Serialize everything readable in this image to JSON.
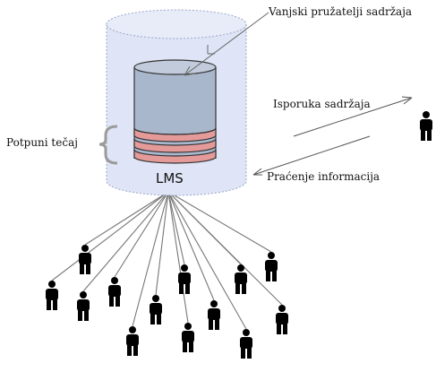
{
  "diagram": {
    "external_providers_label": "Vanjski pružatelji sadržaja",
    "full_course_label": "Potpuni tečaj",
    "lms_label": "LMS",
    "content_delivery_label": "Isporuka sadržaja",
    "tracking_info_label": "Praćenje informacija",
    "learner_count": 15
  },
  "colors": {
    "outer_cylinder_fill": "#dfe5f6",
    "outer_cylinder_stroke": "#9aa7c9",
    "inner_body": "#a9b7cc",
    "inner_stroke": "#333333",
    "layer_fill": "#e59a9a",
    "brace": "#9b9b9b",
    "person": "#000000",
    "line": "#777777"
  },
  "icons": {
    "person": "person-icon",
    "brace": "curly-brace-icon"
  }
}
